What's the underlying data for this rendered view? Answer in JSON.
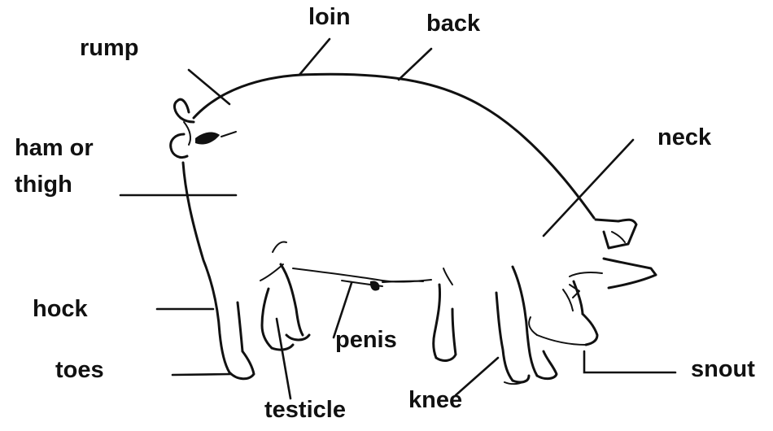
{
  "labels": {
    "rump": "rump",
    "loin": "loin",
    "back": "back",
    "ham": "ham or",
    "thigh": "thigh",
    "neck": "neck",
    "hock": "hock",
    "toes": "toes",
    "penis": "penis",
    "testicle": "testicle",
    "knee": "knee",
    "snout": "snout"
  }
}
